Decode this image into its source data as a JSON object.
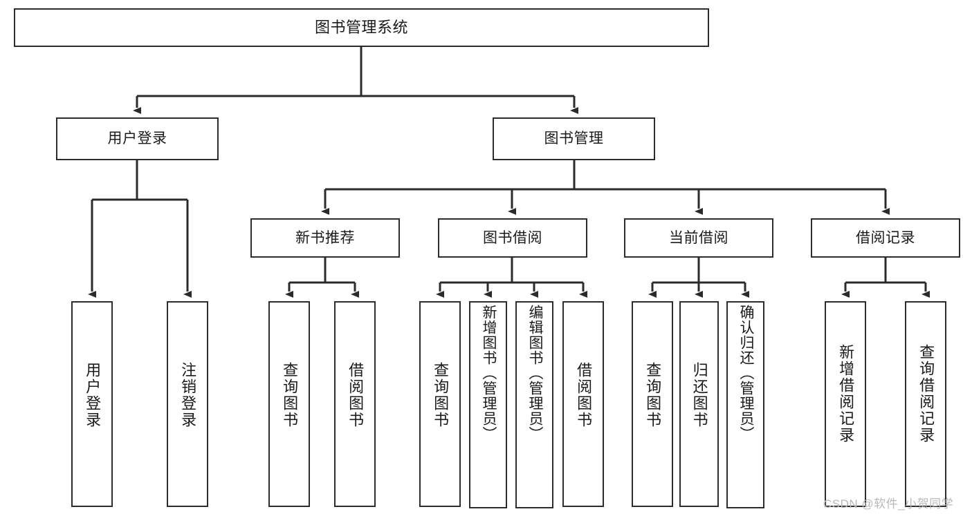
{
  "diagram": {
    "type": "tree",
    "title": "图书管理系统",
    "watermark": "CSDN @软件_小贺同学",
    "colors": {
      "box_border": "#2b2b2b",
      "box_fill": "#ffffff",
      "connector": "#2b2b2b",
      "text": "#1a1a1a",
      "watermark": "#b9b9b9"
    },
    "nodes": {
      "root": {
        "label": "图书管理系统"
      },
      "level2": [
        {
          "id": "user-login",
          "label": "用户登录"
        },
        {
          "id": "book-manage",
          "label": "图书管理"
        }
      ],
      "level3": [
        {
          "id": "new-book-rec",
          "label": "新书推荐"
        },
        {
          "id": "book-borrow",
          "label": "图书借阅"
        },
        {
          "id": "current-borrow",
          "label": "当前借阅"
        },
        {
          "id": "borrow-record",
          "label": "借阅记录"
        }
      ],
      "leaves": {
        "user-login": [
          {
            "id": "leaf-user-login",
            "label": "用户登录"
          },
          {
            "id": "leaf-user-logout",
            "label": "注销登录"
          }
        ],
        "new-book-rec": [
          {
            "id": "leaf-query-book-1",
            "label": "查询图书"
          },
          {
            "id": "leaf-borrow-book-1",
            "label": "借阅图书"
          }
        ],
        "book-borrow": [
          {
            "id": "leaf-query-book-2",
            "label": "查询图书"
          },
          {
            "id": "leaf-add-book",
            "label": "新增图书（管理员）"
          },
          {
            "id": "leaf-edit-book",
            "label": "编辑图书（管理员）"
          },
          {
            "id": "leaf-borrow-book-2",
            "label": "借阅图书"
          }
        ],
        "current-borrow": [
          {
            "id": "leaf-query-book-3",
            "label": "查询图书"
          },
          {
            "id": "leaf-return-book",
            "label": "归还图书"
          },
          {
            "id": "leaf-confirm-return",
            "label": "确认归还（管理员）"
          }
        ],
        "borrow-record": [
          {
            "id": "leaf-add-record",
            "label": "新增借阅记录"
          },
          {
            "id": "leaf-query-record",
            "label": "查询借阅记录"
          }
        ]
      }
    }
  }
}
